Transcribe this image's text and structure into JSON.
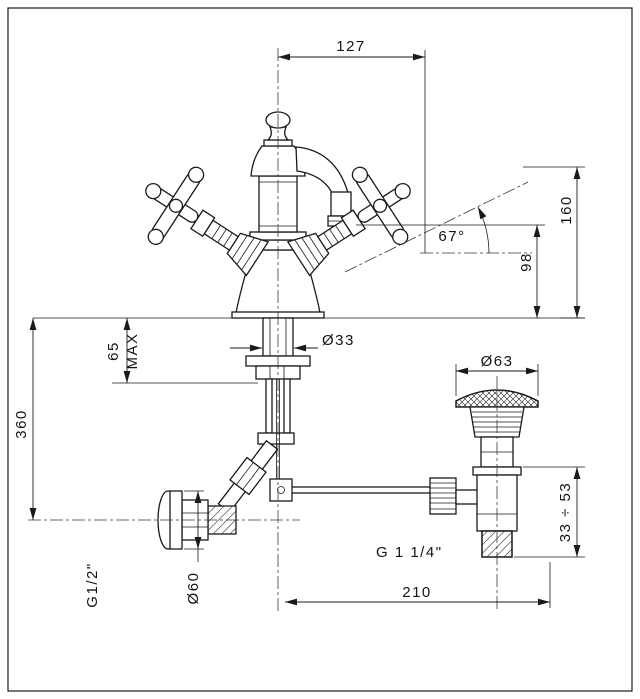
{
  "colors": {
    "ink": "#1a1a1a",
    "background": "#ffffff"
  },
  "dimensions": {
    "spout_reach": "127",
    "total_height": "160",
    "outlet_height": "98",
    "spout_angle": "67°",
    "shank_diameter": "Ø33",
    "deck_max_value": "65",
    "deck_max_word": "MAX",
    "inlet_depth": "360",
    "waste_cap_diameter": "Ø63",
    "waste_adjust_range": "33 ÷ 53",
    "waste_thread": "G 1 1/4\"",
    "waste_offset": "210",
    "inlet_thread": "G1/2\"",
    "rosette_diameter": "Ø60"
  }
}
